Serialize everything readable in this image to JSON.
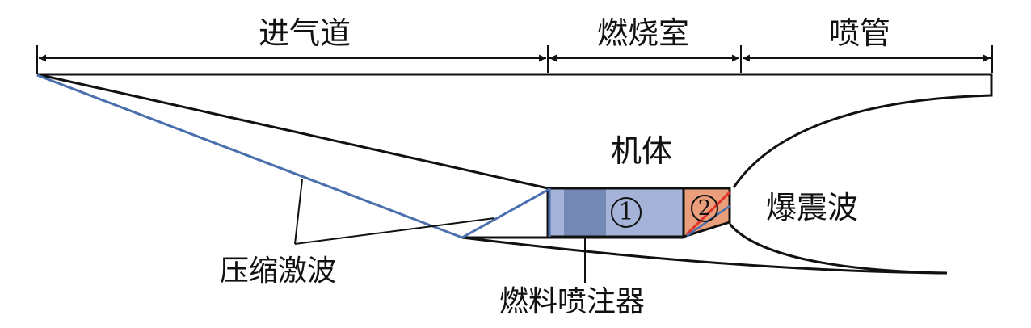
{
  "labels": {
    "inlet": "进气道",
    "combustor": "燃烧室",
    "nozzle": "喷管",
    "body": "机体",
    "detonation_wave": "爆震波",
    "compression_shock": "压缩激波",
    "fuel_injector": "燃料喷注器"
  },
  "zones": {
    "zone1": "1",
    "zone2": "2"
  },
  "colors": {
    "outline": "#111111",
    "shock_line": "#4a6fae",
    "zone1_fill": "#a5b3d9",
    "injector_band": "#7388b4",
    "zone2_fill": "#eb9e7c",
    "zone2_slash": "#e0342a"
  }
}
